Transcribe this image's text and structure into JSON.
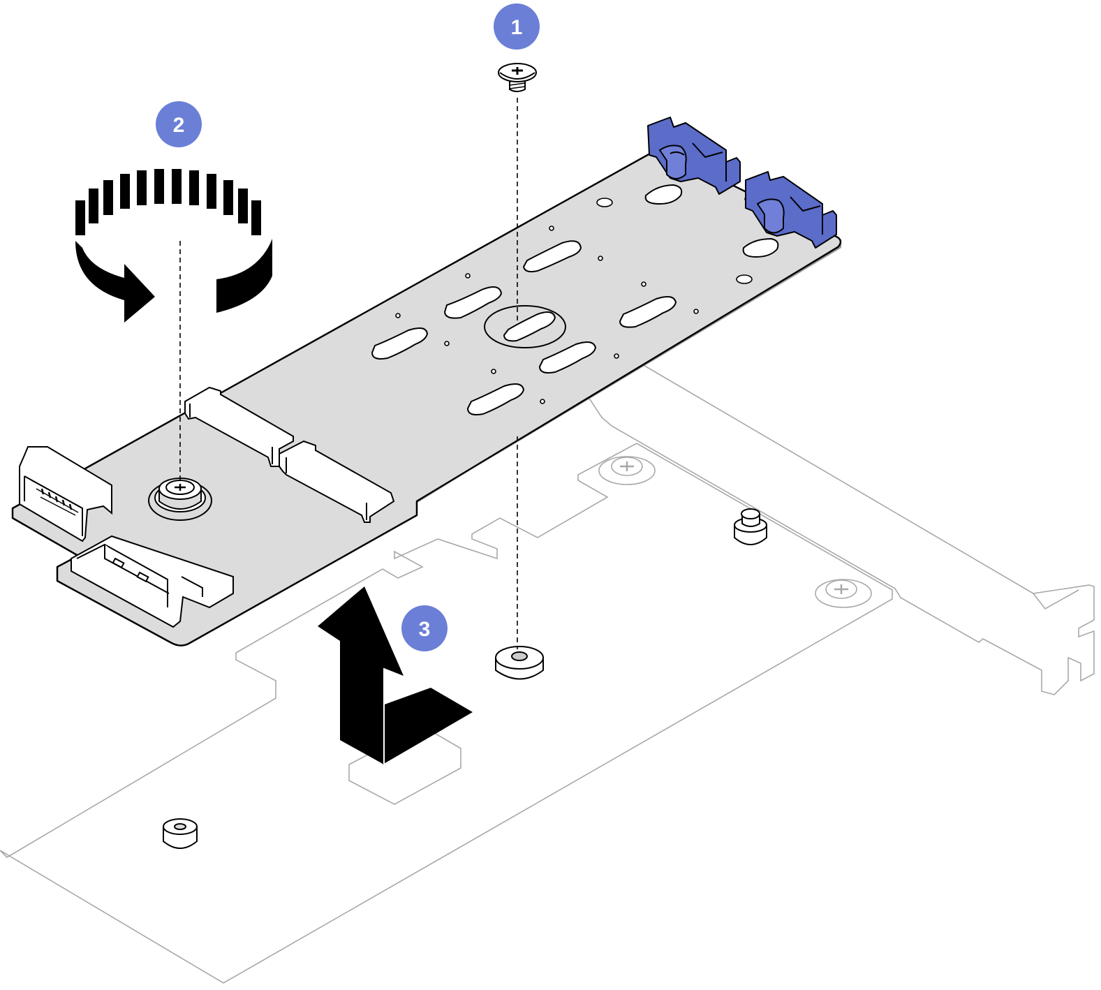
{
  "diagram": {
    "steps": [
      {
        "label": "1",
        "meaning": "remove-screw"
      },
      {
        "label": "2",
        "meaning": "loosen-captive-screw"
      },
      {
        "label": "3",
        "meaning": "slide-and-lift-board"
      }
    ],
    "colors": {
      "callout": "#6B7FD7",
      "board_fill": "#DCDCDC",
      "latch_blue": "#5B6CC9",
      "outline": "#000000",
      "adapter_outline": "#A8A8A8"
    },
    "icons": [
      "screw-icon",
      "rotate-arrow-icon",
      "lift-arrow-icon",
      "standoff-icon",
      "retainer-latch-icon"
    ]
  }
}
